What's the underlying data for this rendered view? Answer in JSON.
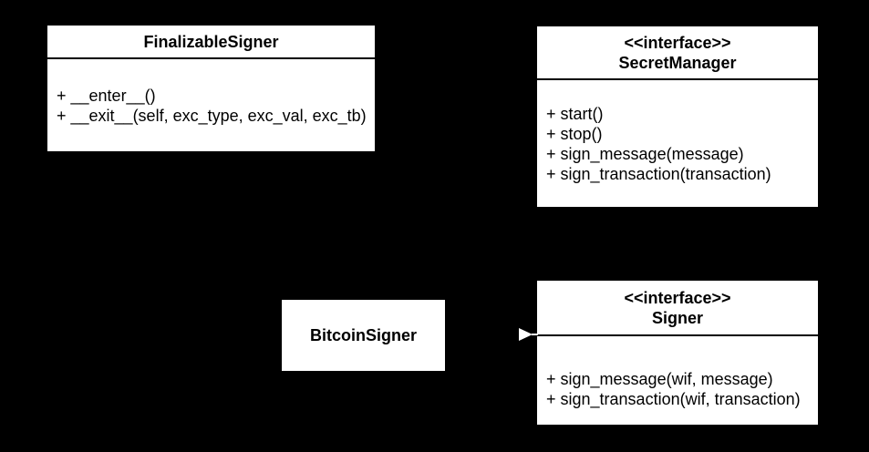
{
  "diagram": {
    "kind": "uml-class-diagram",
    "background_color": "#000000",
    "box_fill_color": "#ffffff",
    "box_text_color": "#000000",
    "arrow_color": "#ffffff"
  },
  "classes": {
    "finalizable_signer": {
      "name": "FinalizableSigner",
      "methods": [
        "+ __enter__()",
        "+ __exit__(self, exc_type, exc_val, exc_tb)"
      ]
    },
    "secret_manager": {
      "stereotype": "<<interface>>",
      "name": "SecretManager",
      "methods": [
        "+ start()",
        "+ stop()",
        "+ sign_message(message)",
        "+ sign_transaction(transaction)"
      ]
    },
    "bitcoin_signer": {
      "name": "BitcoinSigner"
    },
    "signer": {
      "stereotype": "<<interface>>",
      "name": "Signer",
      "methods": [
        "+ sign_message(wif, message)",
        "+ sign_transaction(wif, transaction)"
      ]
    }
  },
  "relationships": [
    {
      "from": "BitcoinSigner",
      "to": "Signer",
      "type": "realization",
      "arrowhead": "right-pointing-triangle"
    }
  ]
}
